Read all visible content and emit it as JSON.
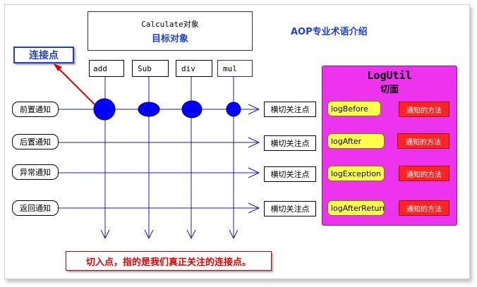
{
  "colors": {
    "accent_blue": "#0000ff",
    "title_blue": "#1f3fd0",
    "pointcut_red": "#e00000",
    "aspect_magenta": "#ee33ee",
    "advice_yellow": "#ffff4d",
    "method_red": "#ff2424",
    "line_navy": "#1c1ca0"
  },
  "target": {
    "title": "Calculate对象",
    "subtitle": "目标对象"
  },
  "diagram_title": "AOP专业术语介绍",
  "joinpoint_label": "连接点",
  "methods": [
    "add",
    "Sub",
    "div",
    "mul"
  ],
  "advices": [
    "前置通知",
    "后置通知",
    "异常通知",
    "返回通知"
  ],
  "crosscut_label": "横切关注点",
  "aspect": {
    "title": "LogUtil",
    "subtitle": "切面",
    "advice_methods": [
      "logBefore",
      "logAfter",
      "logException",
      "logAfterReturn"
    ],
    "method_label": "通知的方法"
  },
  "pointcut_label": "切入点，指的是我们真正关注的连接点。"
}
